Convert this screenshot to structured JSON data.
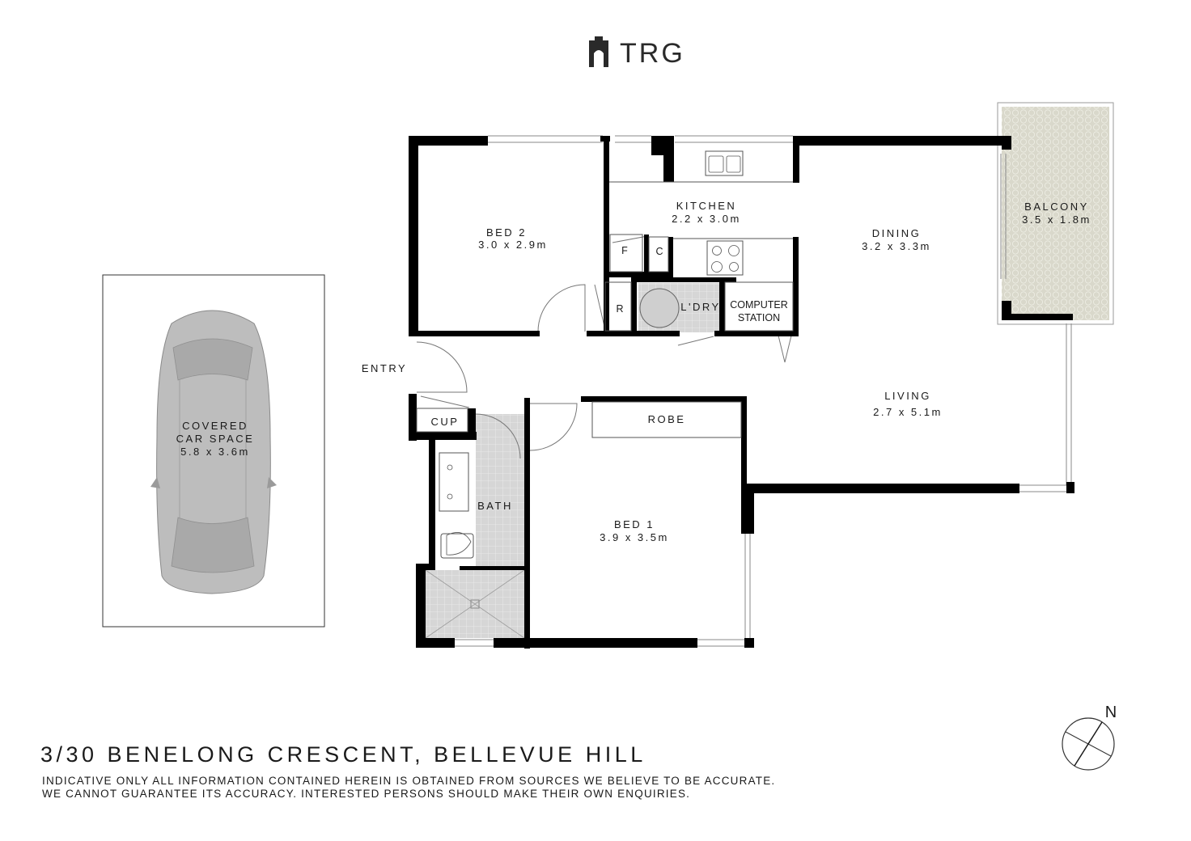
{
  "brand": {
    "logo_text": "TRG",
    "logo_icon": "trg-building-logo-icon"
  },
  "rooms": {
    "bed2": {
      "name": "BED 2",
      "size": "3.0 x 2.9m"
    },
    "kitchen": {
      "name": "KITCHEN",
      "size": "2.2 x 3.0m"
    },
    "dining": {
      "name": "DINING",
      "size": "3.2 x 3.3m"
    },
    "balcony": {
      "name": "BALCONY",
      "size": "3.5 x 1.8m"
    },
    "living": {
      "name": "LIVING",
      "size": "2.7 x 5.1m"
    },
    "bed1": {
      "name": "BED 1",
      "size": "3.9 x 3.5m"
    },
    "car": {
      "line1": "COVERED",
      "line2": "CAR SPACE",
      "size": "5.8 x 3.6m"
    }
  },
  "labels": {
    "fridge": "F",
    "cupboard_c": "C",
    "r": "R",
    "laundry": "L'DRY",
    "computer1": "COMPUTER",
    "computer2": "STATION",
    "entry": "ENTRY",
    "cup": "CUP",
    "robe": "ROBE",
    "bath": "BATH"
  },
  "compass": {
    "label": "N"
  },
  "footer": {
    "address": "3/30 BENELONG CRESCENT, BELLEVUE HILL",
    "disclaimer_line1": "INDICATIVE ONLY ALL INFORMATION CONTAINED HEREIN IS OBTAINED FROM SOURCES WE BELIEVE TO BE ACCURATE.",
    "disclaimer_line2": "WE CANNOT GUARANTEE ITS ACCURACY. INTERESTED PERSONS SHOULD MAKE THEIR OWN ENQUIRIES."
  },
  "colors": {
    "wall": "#000000",
    "tile": "#d9d9d9",
    "balcony": "#d8d8cc",
    "car": "#bdbdbd"
  }
}
